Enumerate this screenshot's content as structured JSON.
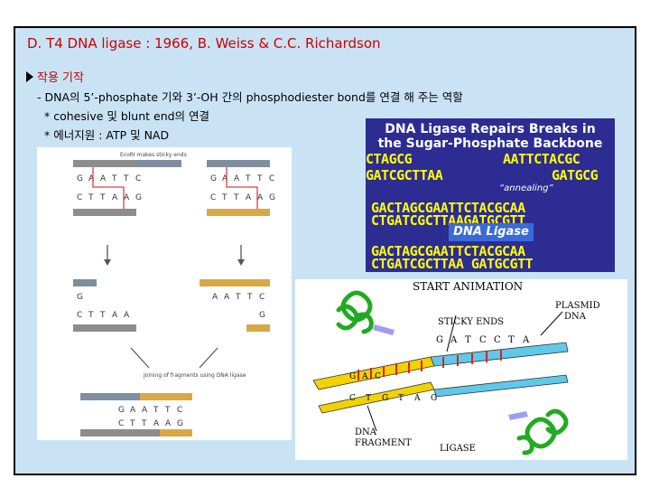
{
  "title": "D. T4 DNA ligase : 1966, B. Weiss & C.C. Richardson",
  "section_heading": "작용 기작",
  "lines": [
    "- DNA의 5’-phosphate 기와 3’-OH 간의 phosphodiester bond를  연결 해 주는 역할",
    "* cohesive 및  blunt end의 연결",
    "* 에너지원 : ATP 및 NAD"
  ],
  "left_figure": {
    "caption_top": "EcoRI makes sticky ends",
    "caption_join": "Joining of fragments using DNA ligase",
    "bases_top1": [
      "G",
      "A",
      "A",
      "T",
      "T",
      "C"
    ],
    "bases_bot1": [
      "C",
      "T",
      "T",
      "A",
      "A",
      "G"
    ],
    "frag_top_left": [
      "G"
    ],
    "frag_bot_left": [
      "C",
      "T",
      "T",
      "A",
      "A"
    ],
    "frag_top_right": [
      "A",
      "A",
      "T",
      "T",
      "C"
    ],
    "frag_bot_right": [
      "G"
    ]
  },
  "right_top_figure": {
    "header1": "DNA Ligase Repairs Breaks in",
    "header2": "the Sugar-Phosphate Backbone",
    "row1_left": "CTAGCG",
    "row1_right": "AATTCTACGC",
    "row2_left": "GATCGCTTAA",
    "row2_right": "GATGCG",
    "annealing": "“annealing”",
    "row3": "GACTAGCGAATTCTACGCAA",
    "row4": "CTGATCGCTTAAGATGCGTT",
    "ligase_label": "DNA Ligase",
    "row5": "GACTAGCGAATTCTACGCAA",
    "row6": "CTGATCGCTTAA GATGCGTT"
  },
  "right_bottom_figure": {
    "start_animation": "START ANIMATION",
    "sticky_ends": "STICKY ENDS",
    "plasmid": "PLASMID",
    "plasmid2": "DNA",
    "dna_fragment1": "DNA",
    "dna_fragment2": "FRAGMENT",
    "ligase": "LIGASE",
    "top_bases": [
      "G",
      "A",
      "T",
      "C",
      "C",
      "T",
      "A"
    ],
    "mid_bases": [
      "G",
      "A",
      "C"
    ],
    "bot_bases": [
      "C",
      "T",
      "G",
      "T",
      "A",
      "G"
    ]
  },
  "colors": {
    "title": "#cc0000",
    "panel_bg": "#c9e3f5",
    "seq_yellow": "#ffff00",
    "seq_cyan": "#55ddff",
    "panel_dark": "#2c2c92"
  }
}
